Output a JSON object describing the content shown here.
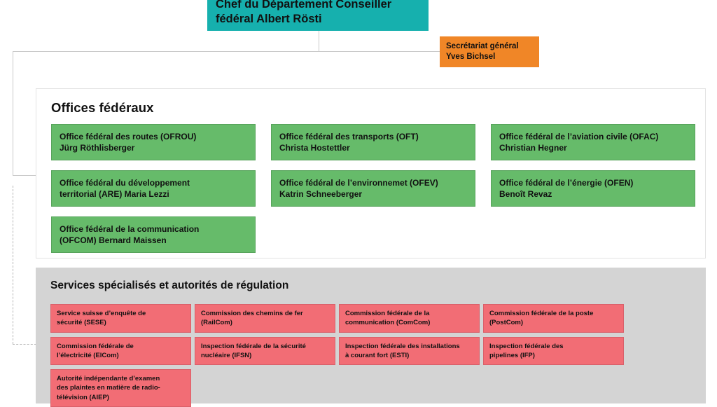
{
  "org_chart": {
    "head": {
      "label": "Chef du Département Conseiller\nfédéral Albert Rösti",
      "color": "#16b0ae"
    },
    "secretariat": {
      "label": "Secrétariat général\nYves Bichsel",
      "color": "#f08627"
    },
    "offices_section": {
      "title": "Offices fédéraux",
      "box_color": "#66bb6a",
      "items": [
        {
          "label": "Office fédéral des routes (OFROU)\nJürg Röthlisberger"
        },
        {
          "label": "Office fédéral des transports (OFT)\nChrista Hostettler"
        },
        {
          "label": "Office fédéral de l’aviation civile (OFAC)\nChristian Hegner"
        },
        {
          "label": "Office fédéral du développement\nterritorial (ARE) Maria Lezzi"
        },
        {
          "label": "Office fédéral de l’environnemet (OFEV)\nKatrin Schneeberger"
        },
        {
          "label": "Office fédéral de l’énergie (OFEN)\nBenoît Revaz"
        },
        {
          "label": "Office fédéral de la communication\n(OFCOM) Bernard Maissen"
        }
      ]
    },
    "services_section": {
      "title": "Services spécialisés et autorités de régulation",
      "panel_color": "#d4d4d4",
      "box_color": "#f26d75",
      "items": [
        {
          "label": "Service suisse d’enquête de\nsécurité (SESE)"
        },
        {
          "label": "Commission des chemins de fer\n(RailCom)"
        },
        {
          "label": "Commission fédérale de la\ncommunication (ComCom)"
        },
        {
          "label": "Commission fédérale de la poste\n(PostCom)"
        },
        {
          "label": "Commission fédérale de\nl’électricité (ElCom)"
        },
        {
          "label": "Inspection fédérale de la sécurité\nnucléaire (IFSN)"
        },
        {
          "label": "Inspection fédérale des installations\nà courant fort (ESTI)"
        },
        {
          "label": "Inspection fédérale des\npipelines (IFP)"
        },
        {
          "label": "Autorité indépendante d’examen\ndes plaintes en matière de radio-\ntélévision (AIEP)"
        }
      ]
    }
  }
}
